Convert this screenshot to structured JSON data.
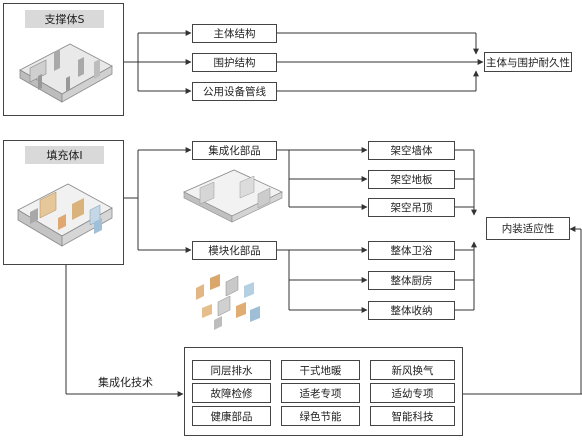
{
  "support": {
    "label": "支撑体S",
    "items": [
      "主体结构",
      "围护结构",
      "公用设备管线"
    ],
    "target": "主体与围护耐久性"
  },
  "infill": {
    "label": "填充体I",
    "integrated": {
      "label": "集成化部品",
      "items": [
        "架空墙体",
        "架空地板",
        "架空吊顶"
      ]
    },
    "modular": {
      "label": "模块化部品",
      "items": [
        "整体卫浴",
        "整体厨房",
        "整体收纳"
      ]
    },
    "target": "内装适应性"
  },
  "tech": {
    "label": "集成化技术",
    "grid": [
      [
        "同层排水",
        "干式地暖",
        "新风换气"
      ],
      [
        "故障检修",
        "适老专项",
        "适幼专项"
      ],
      [
        "健康部品",
        "绿色节能",
        "智能科技"
      ]
    ]
  }
}
